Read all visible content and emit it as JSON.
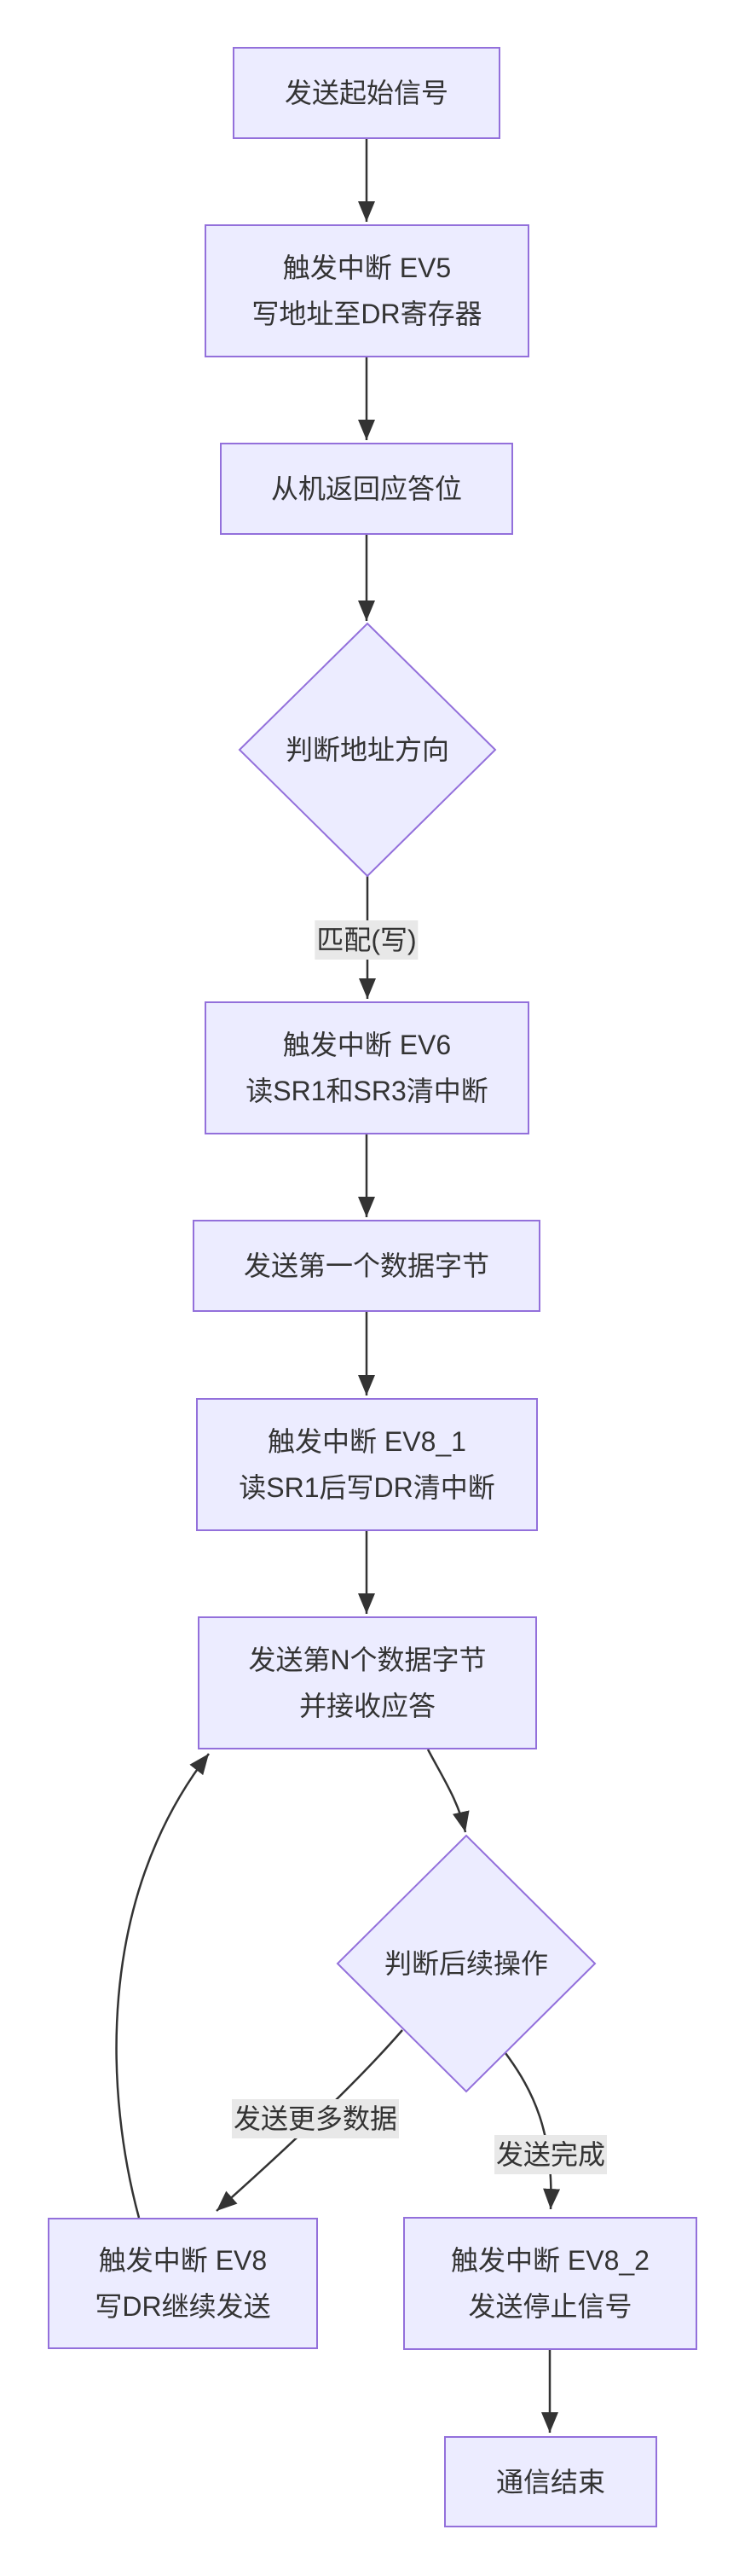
{
  "diagram": {
    "type": "flowchart",
    "direction": "top-down",
    "colors": {
      "background": "#ffffff",
      "node_fill": "#ECECFF",
      "node_border": "#9370DB",
      "edge": "#333333",
      "edge_label_bg": "#e8e8e8",
      "text": "#333333"
    },
    "nodes": {
      "start": {
        "lines": [
          "发送起始信号"
        ]
      },
      "ev5": {
        "lines": [
          "触发中断 EV5",
          "写地址至DR寄存器"
        ]
      },
      "ack": {
        "lines": [
          "从机返回应答位"
        ]
      },
      "dir_decision": {
        "lines": [
          "判断地址方向"
        ]
      },
      "ev6": {
        "lines": [
          "触发中断 EV6",
          "读SR1和SR3清中断"
        ]
      },
      "byte1": {
        "lines": [
          "发送第一个数据字节"
        ]
      },
      "ev8_1": {
        "lines": [
          "触发中断 EV8_1",
          "读SR1后写DR清中断"
        ]
      },
      "byteN": {
        "lines": [
          "发送第N个数据字节",
          "并接收应答"
        ]
      },
      "next_decision": {
        "lines": [
          "判断后续操作"
        ]
      },
      "ev8": {
        "lines": [
          "触发中断 EV8",
          "写DR继续发送"
        ]
      },
      "ev8_2": {
        "lines": [
          "触发中断 EV8_2",
          "发送停止信号"
        ]
      },
      "end": {
        "lines": [
          "通信结束"
        ]
      }
    },
    "edge_labels": {
      "match_write": "匹配(写)",
      "send_more": "发送更多数据",
      "send_complete": "发送完成"
    }
  }
}
